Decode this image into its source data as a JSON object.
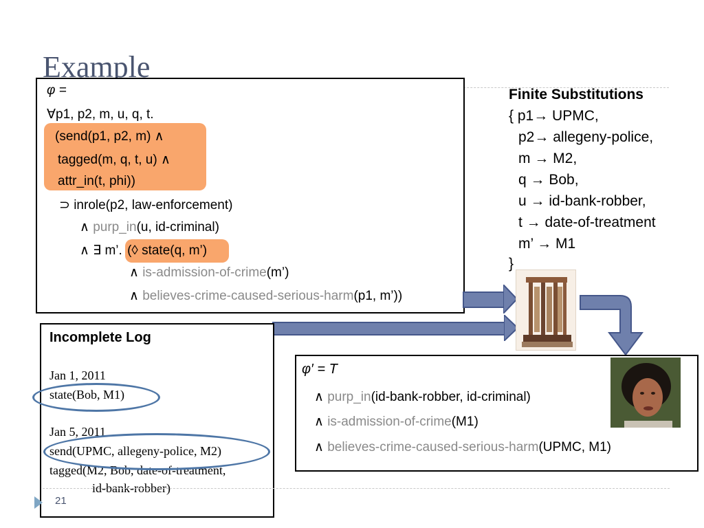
{
  "slide": {
    "title": "Example",
    "page_number": "21"
  },
  "phi_box": {
    "phi_label": "φ =",
    "quantifier": "∀p1, p2, m, u, q, t.",
    "send": "(send(p1, p2, m) ∧",
    "tagged": "tagged(m, q, t, u) ∧",
    "attr": "attr_in(t, phi))",
    "inrole": "⊃  inrole(p2, law-enforcement)",
    "purp_and": "∧ ",
    "purp_pred": "purp_in",
    "purp_args": "(u, id-criminal)",
    "exists": "∧ ∃ m’. ",
    "state": "(◊ state(q, m’)",
    "adm_and": "∧ ",
    "adm_pred": "is-admission-of-crime",
    "adm_args": "(m’)",
    "bel_and": "∧ ",
    "bel_pred": "believes-crime-caused-serious-harm",
    "bel_args": "(p1, m’))"
  },
  "substitutions": {
    "heading": "Finite Substitutions",
    "lines": [
      "{ p1→ UPMC,",
      "p2→ allegeny-police,",
      "m → M2,",
      "q  → Bob,",
      "u  → id-bank-robber,",
      "t  → date-of-treatment",
      "m’ → M1",
      "}"
    ]
  },
  "log": {
    "heading": "Incomplete Log",
    "date1": "Jan 1, 2011",
    "entry1": "state(Bob, M1)",
    "date2": "Jan 5, 2011",
    "entry2": "send(UPMC, allegeny-police, M2)",
    "entry3": "tagged(M2, Bob, date-of-treatment,",
    "entry3b": "id-bank-robber)"
  },
  "result": {
    "phi_prime": "φ′ =  T",
    "l1_and": "∧ ",
    "l1_pred": "purp_in",
    "l1_args": "(id-bank-robber, id-criminal)",
    "l2_and": "∧ ",
    "l2_pred": "is-admission-of-crime",
    "l2_args": "(M1)",
    "l3_and": "∧ ",
    "l3_pred": "believes-crime-caused-serious-harm",
    "l3_args": "(UPMC, M1)"
  },
  "colors": {
    "highlight": "#f9a66c",
    "arrow": "#6f80ac",
    "oval": "#4e76a6",
    "grey_text": "#8a8a8a",
    "title": "#4a5570"
  }
}
